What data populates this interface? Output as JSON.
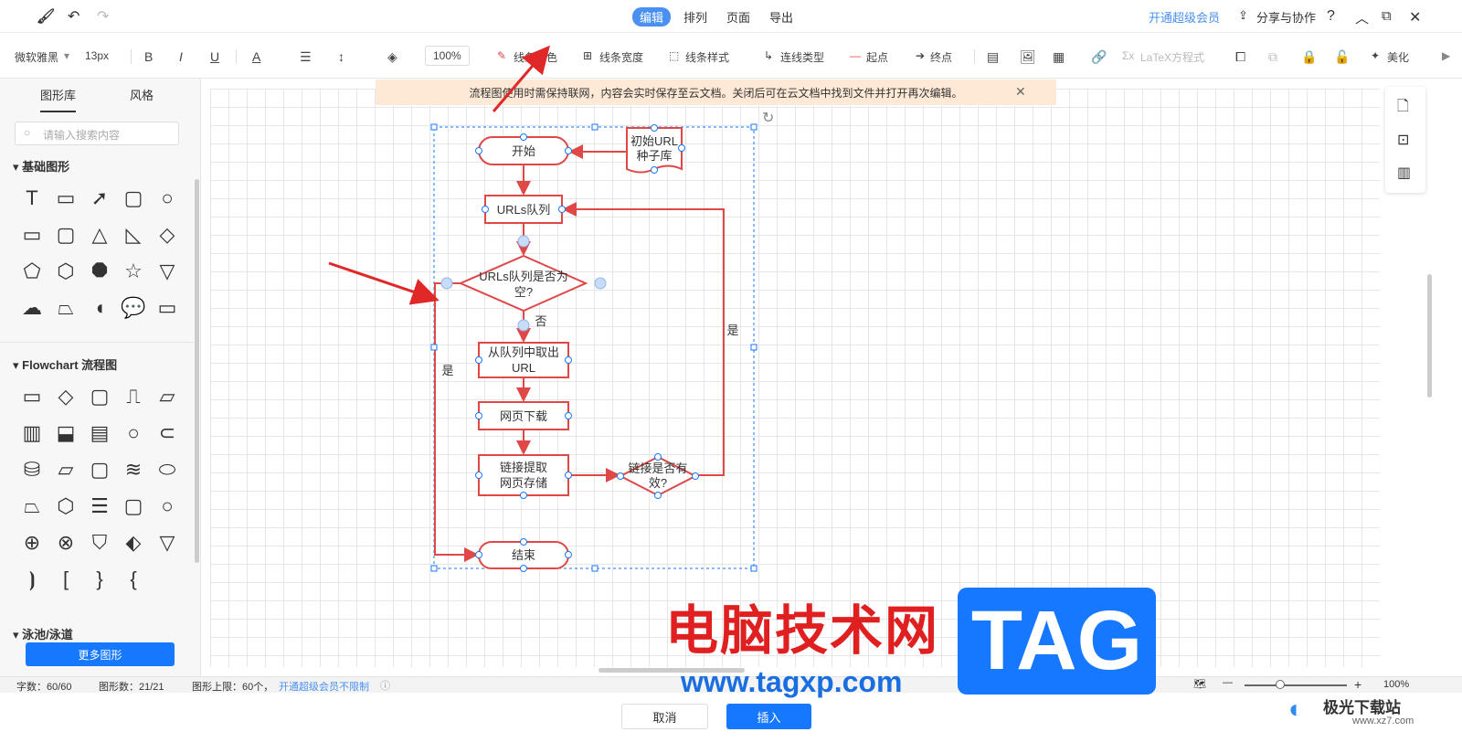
{
  "topbar": {
    "menus": [
      "编辑",
      "排列",
      "页面",
      "导出"
    ],
    "vip": "开通超级会员",
    "share": "分享与协作",
    "help": "?"
  },
  "toolbar": {
    "font": "微软雅黑",
    "size": "13px",
    "bold": "B",
    "italic": "I",
    "underline": "U",
    "fontcolor": "A",
    "zoom": "100%",
    "line_color": "线条颜色",
    "line_width": "线条宽度",
    "line_style": "线条样式",
    "conn_type": "连线类型",
    "start": "起点",
    "end": "终点",
    "latex": "LaTeX方程式",
    "beautify": "美化"
  },
  "left": {
    "tabs": [
      "图形库",
      "风格"
    ],
    "search_placeholder": "请输入搜索内容",
    "sec_basic": "基础图形",
    "sec_flow": "Flowchart 流程图",
    "sec_more": "泳池/泳道",
    "more_button": "更多图形"
  },
  "banner": {
    "text": "流程图使用时需保持联网，内容会实时保存至云文档。关闭后可在云文档中找到文件并打开再次编辑。"
  },
  "flow": {
    "start": "开始",
    "seed1": "初始URL",
    "seed2": "种子库",
    "queue": "URLs队列",
    "empty1": "URLs队列是否为",
    "empty2": "空?",
    "take1": "从队列中取出",
    "take2": "URL",
    "download": "网页下载",
    "extract1": "链接提取",
    "extract2": "网页存储",
    "valid1": "链接是否有",
    "valid2": "效?",
    "end": "结束",
    "no": "否",
    "yes1": "是",
    "yes2": "是"
  },
  "status": {
    "chars": "字数：60/60",
    "shapes": "图形数：21/21",
    "limit": "图形上限：60个，",
    "limit_link": "开通超级会员不限制",
    "zoom": "100%"
  },
  "footer": {
    "cancel": "取消",
    "insert": "插入"
  },
  "watermark": {
    "cn": "电脑技术网",
    "tag": "TAG",
    "url": "www.tagxp.com",
    "site": "极光下载站",
    "site_url": "www.xz7.com"
  },
  "colors": {
    "accent": "#1677ff",
    "shape_stroke": "#e04848",
    "annot": "#e02828"
  }
}
